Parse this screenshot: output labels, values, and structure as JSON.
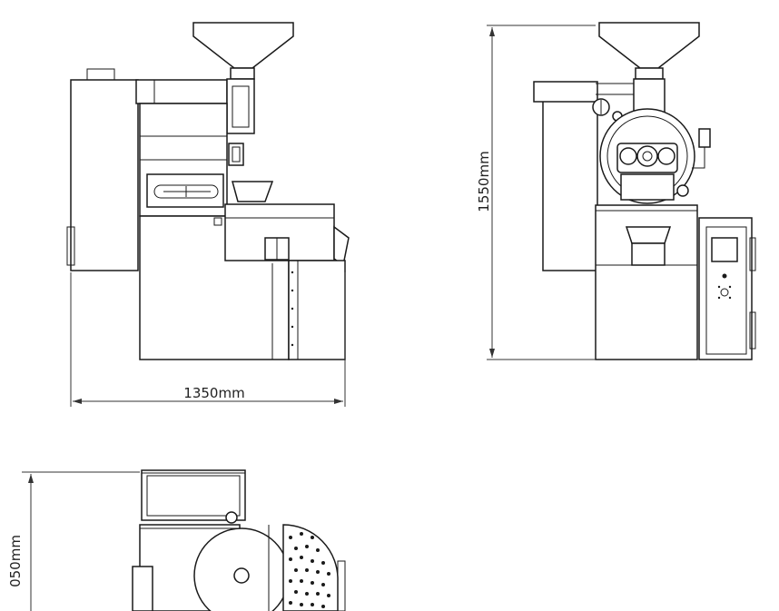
{
  "dimensions": {
    "width_label": "1350mm",
    "height_label": "1550mm",
    "partial_label": "050mm"
  }
}
